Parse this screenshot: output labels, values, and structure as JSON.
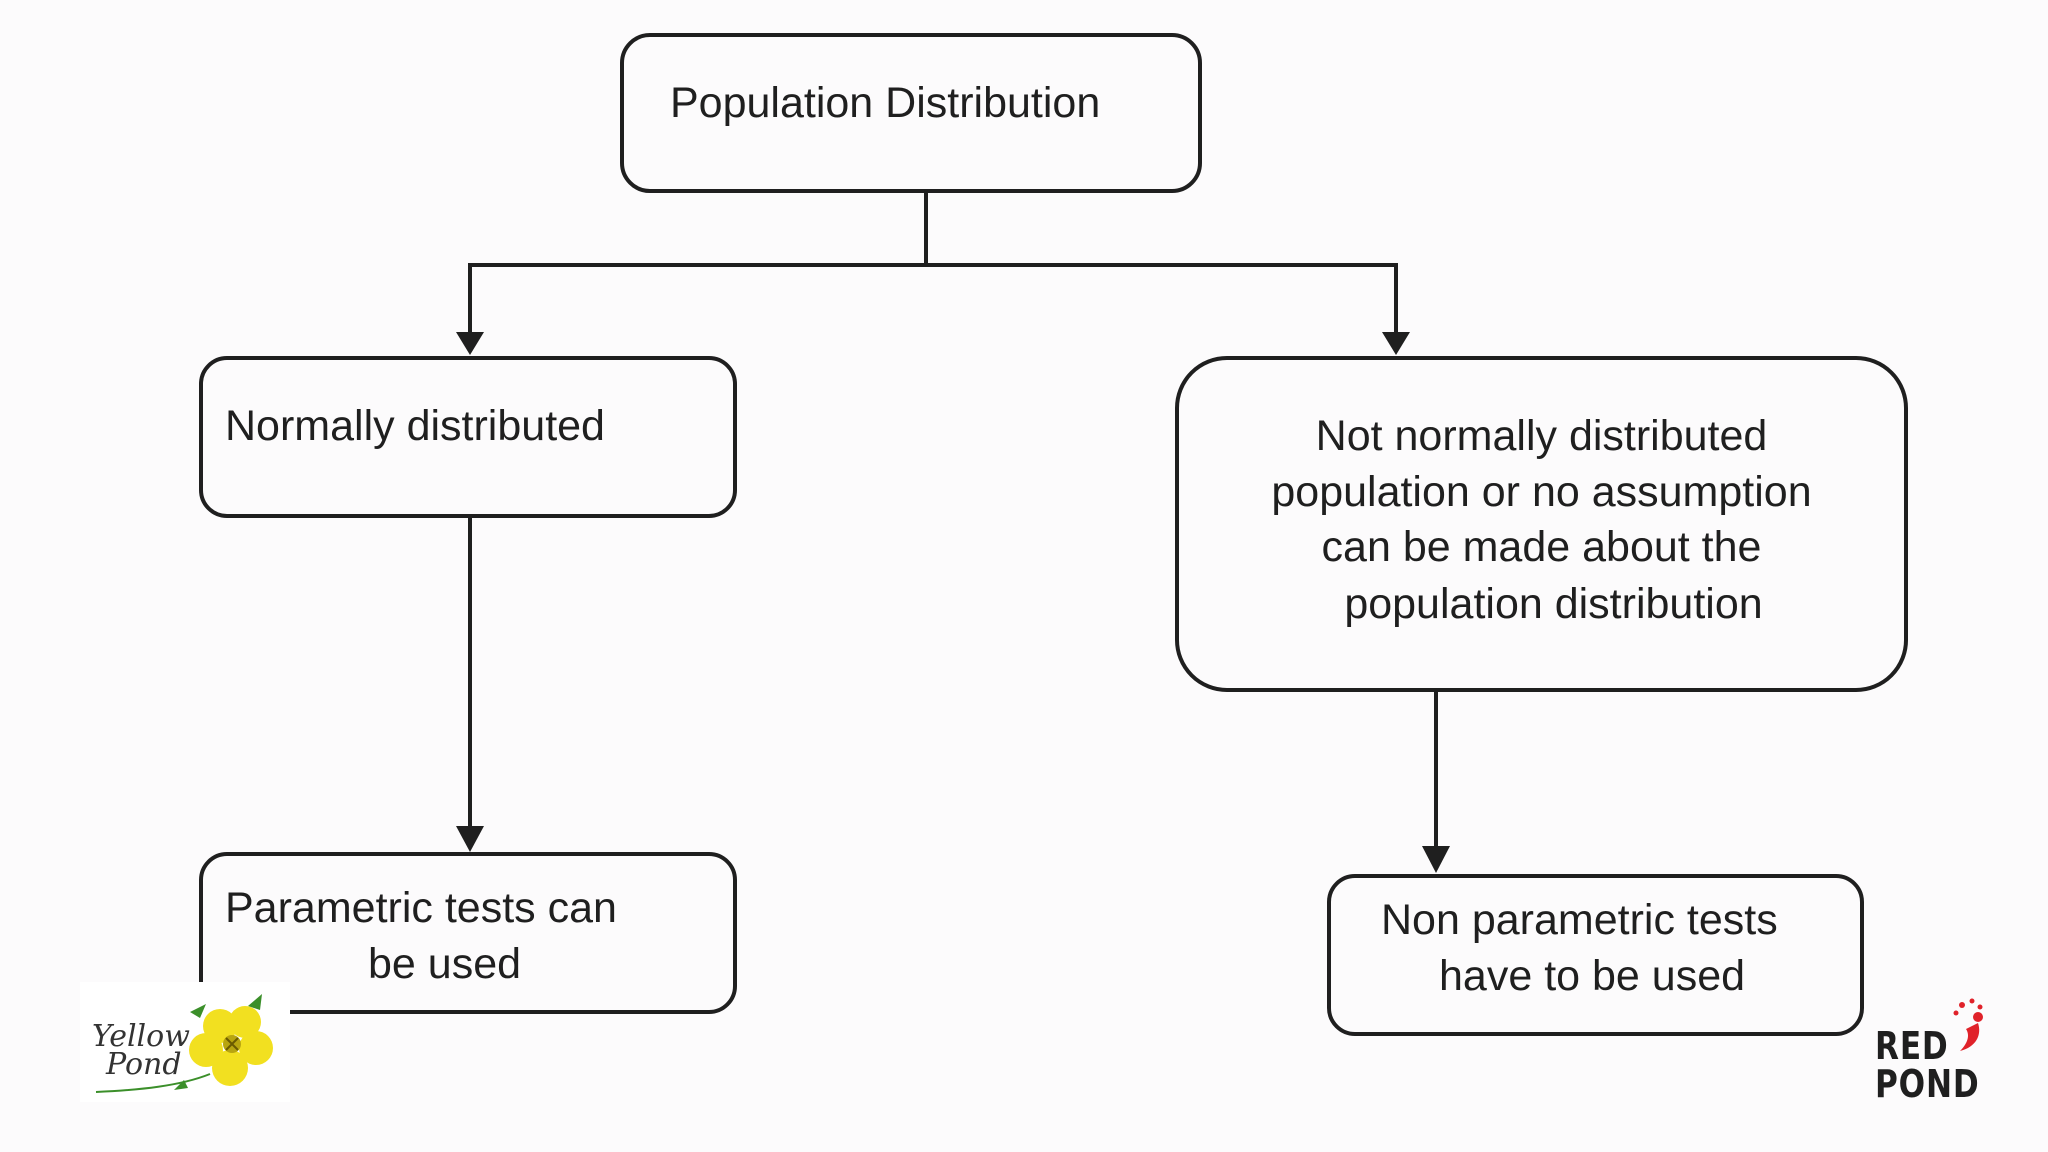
{
  "nodes": {
    "root": "Population Distribution",
    "normal": "Normally distributed",
    "not_normal_lines": [
      "Not normally distributed",
      "population or no assumption",
      "can be made about the",
      "population distribution"
    ],
    "parametric_lines": [
      "Parametric tests can",
      "be used"
    ],
    "nonparametric_lines": [
      "Non parametric tests",
      "have to be used"
    ]
  },
  "logos": {
    "left_line1": "Yellow",
    "left_line2": "Pond",
    "right_line1": "RED",
    "right_line2": "POND"
  },
  "colors": {
    "background": "#fcfbfc",
    "stroke": "#1f1f1f",
    "flower_yellow": "#f2e020",
    "leaf_green": "#3b8f2a",
    "red_accent": "#e0222a"
  }
}
